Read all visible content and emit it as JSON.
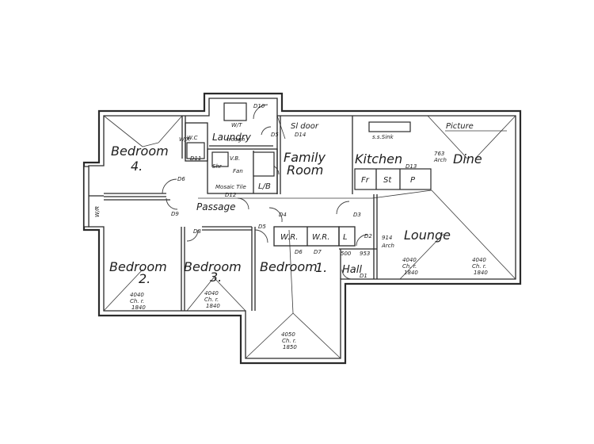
{
  "rooms": {
    "bedroom4": [
      "Bedroom",
      "4."
    ],
    "bedroom2": "Bedroom",
    "bedroom2_num": "2.",
    "bedroom3": "Bedroom",
    "bedroom3_num": "3.",
    "bedroom1": "Bedroom",
    "bedroom1_num": "1.",
    "laundry": "Laundry",
    "family": [
      "Family",
      "Room"
    ],
    "kitchen": "Kitchen",
    "dine": "Dine",
    "lounge": "Lounge",
    "passage": "Passage",
    "hall": "Hall"
  },
  "small_labels": {
    "trough": "trough",
    "wt": "W/T",
    "d10": "D10",
    "d5": "D5",
    "sl_door": "Sl door",
    "d14": "D14",
    "picture": "Picture",
    "ss_sink": "s.s.Sink",
    "arch_763": "763",
    "arch_763_b": "Arch",
    "d13": "D13",
    "fr": "Fr",
    "st": "St",
    "p": "P",
    "wc": "W.C",
    "d11": "D11",
    "vb": "V.B.",
    "shr": "Shr",
    "fan": "Fan",
    "mosaic_tile": "Mosaic Tile",
    "d12": "D12",
    "lb": "L/B",
    "d6": "D6",
    "d9": "D9",
    "d4": "D4",
    "d3": "D3",
    "d8": "D8",
    "d5b": "D5",
    "wr1": "W.R.",
    "wr2": "W.R.",
    "l": "L",
    "d2": "D2",
    "d6b": "D6",
    "d7": "D7",
    "size_500": "500",
    "size_953": "953",
    "arch_914": "914",
    "arch_914_b": "Arch",
    "d1": "D1",
    "ws": "W/R",
    "wr_side": "W/R"
  },
  "ceilings": {
    "bed2": [
      "4040",
      "Ch. r.",
      "1840"
    ],
    "bed3": [
      "4040",
      "Ch. r.",
      "1840"
    ],
    "bed1": [
      "4050",
      "Ch. r.",
      "1850"
    ],
    "lounge_a": [
      "4040",
      "Ch. r.",
      "1840"
    ],
    "lounge_b": [
      "4040",
      "Ch. r.",
      "1840"
    ]
  }
}
